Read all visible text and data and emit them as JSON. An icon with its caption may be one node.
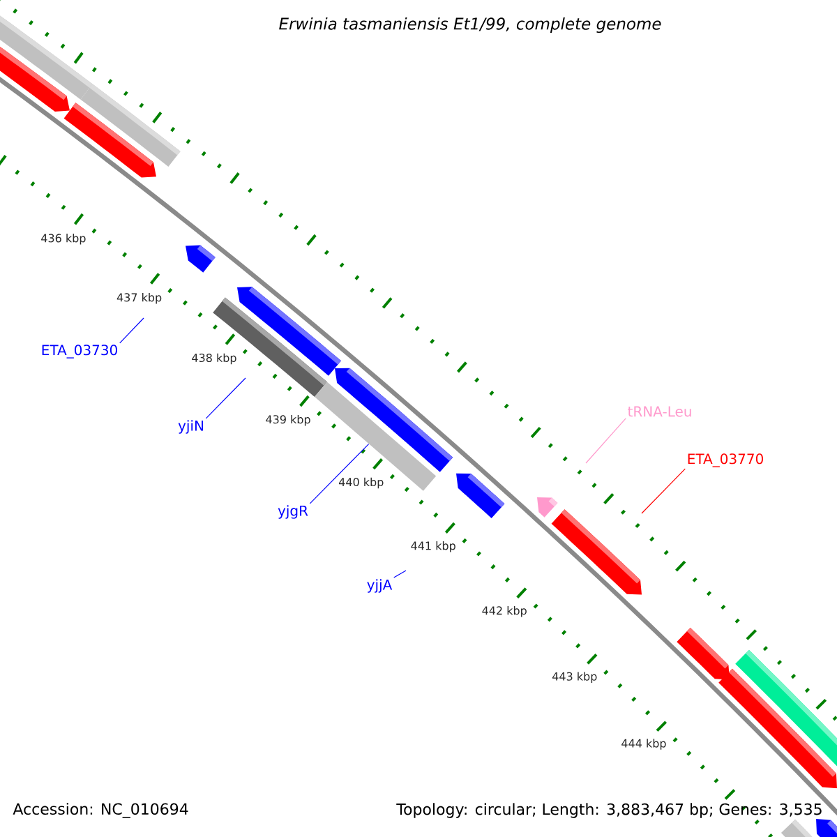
{
  "diagram": {
    "title": "Erwinia tasmaniensis Et1/99, complete genome",
    "nodes": [
      {
        "text": [
          "ETA_03730"
        ]
      },
      {
        "text": [
          "yjiN"
        ]
      },
      {
        "text": [
          "yjgR"
        ]
      },
      {
        "text": [
          "yjjA"
        ]
      },
      {
        "text": [
          "tRNA-Leu"
        ]
      },
      {
        "text": [
          "ETA_03770"
        ]
      },
      {
        "text": [],
        "shape": "bar"
      }
    ],
    "edges": [
      {
        "from": 0,
        "to": null,
        "arrow": "none"
      },
      {
        "from": 1,
        "to": null,
        "arrow": "none"
      },
      {
        "from": 2,
        "to": 6,
        "arrow": "none"
      },
      {
        "from": 3,
        "to": null,
        "arrow": "none"
      },
      {
        "from": 4,
        "to": null,
        "arrow": "none",
        "color": "#ff99cc"
      },
      {
        "from": 5,
        "to": null,
        "arrow": "none",
        "color": "#ff0000"
      }
    ],
    "labels": [
      "436 kbp",
      "437 kbp",
      "438 kbp",
      "439 kbp",
      "440 kbp",
      "441 kbp",
      "442 kbp",
      "443 kbp",
      "444 kbp",
      "Accession: NC_010694",
      "Topology: circular; Length: 3,883,467 bp; Genes: 3,535"
    ]
  }
}
